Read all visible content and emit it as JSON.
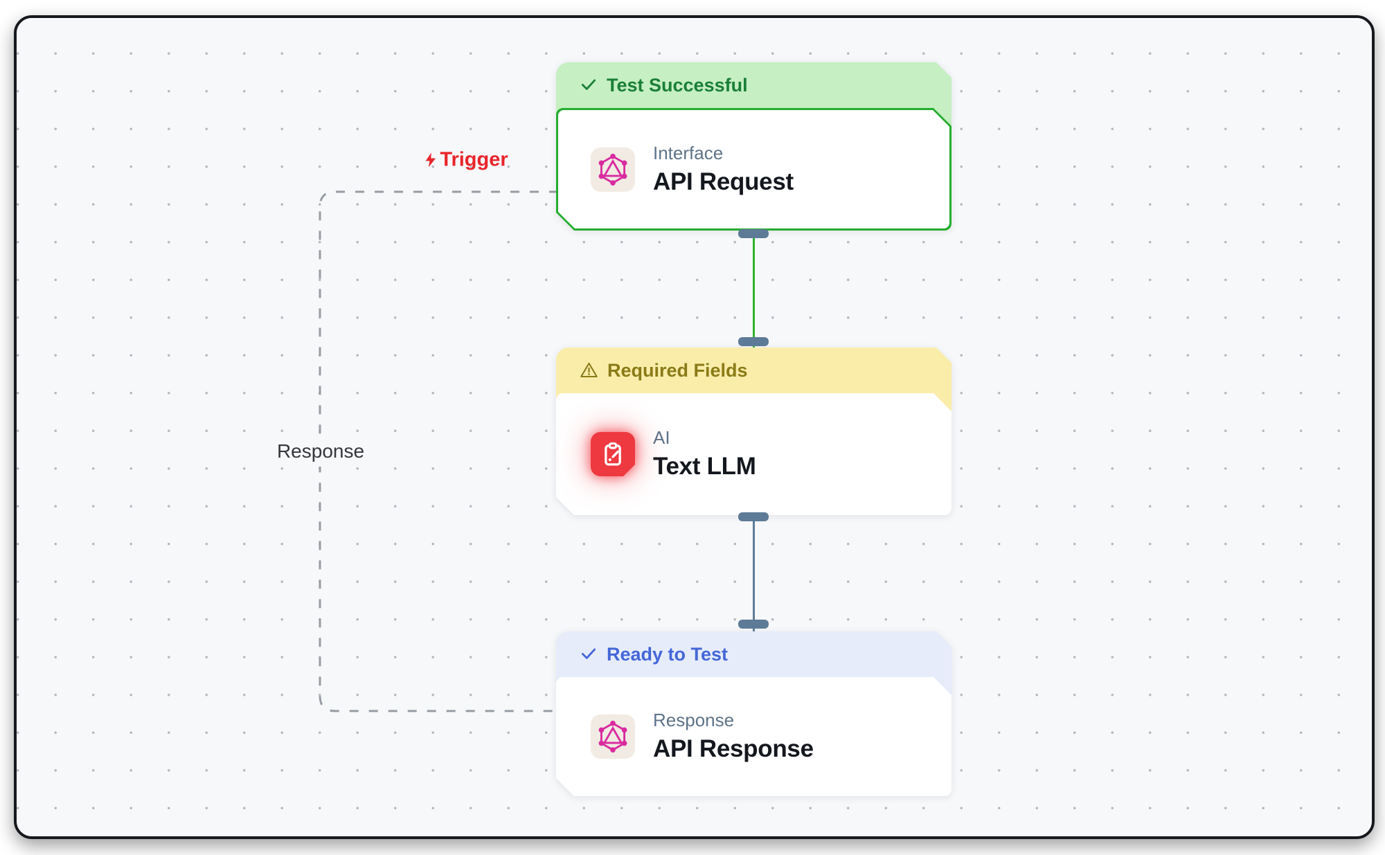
{
  "labels": {
    "trigger": "Trigger",
    "response": "Response"
  },
  "nodes": [
    {
      "status": "Test Successful",
      "status_icon": "check-icon",
      "status_theme": "success",
      "category": "Interface",
      "title": "API Request",
      "icon": "graphql-icon"
    },
    {
      "status": "Required Fields",
      "status_icon": "warning-icon",
      "status_theme": "warning",
      "category": "AI",
      "title": "Text LLM",
      "icon": "clipboard-edit-icon"
    },
    {
      "status": "Ready to Test",
      "status_icon": "check-icon",
      "status_theme": "info",
      "category": "Response",
      "title": "API Response",
      "icon": "graphql-icon"
    }
  ],
  "edges": [
    {
      "from": "API Request",
      "to": "Text LLM",
      "color-key": "edge-green"
    },
    {
      "from": "Text LLM",
      "to": "API Response",
      "color-key": "edge-slate"
    },
    {
      "from": "API Response",
      "to": "API Request",
      "style": "dashed-loop",
      "label": "Response"
    }
  ],
  "colors": {
    "canvas-bg": "#f7f8fa",
    "dot": "#b4b8bf",
    "frame-border": "#15181c",
    "success-bg": "#c6efc3",
    "success-text": "#1a7f37",
    "success-border": "#23ad2d",
    "warning-bg": "#faedaa",
    "warning-text": "#8a7b17",
    "info-bg": "#e7ecfb",
    "info-text": "#4467d8",
    "trigger": "#e8252a",
    "edge-green": "#2db42d",
    "edge-slate": "#5d7b97",
    "stub": "#5d7b97",
    "dash": "#979ca3",
    "category": "#5d7389",
    "title": "#14181e",
    "icon-beige": "#f1ebe3",
    "graphql-pink": "#d92ba0",
    "ai-red": "#ee3940",
    "card-bg": "#ffffff"
  }
}
